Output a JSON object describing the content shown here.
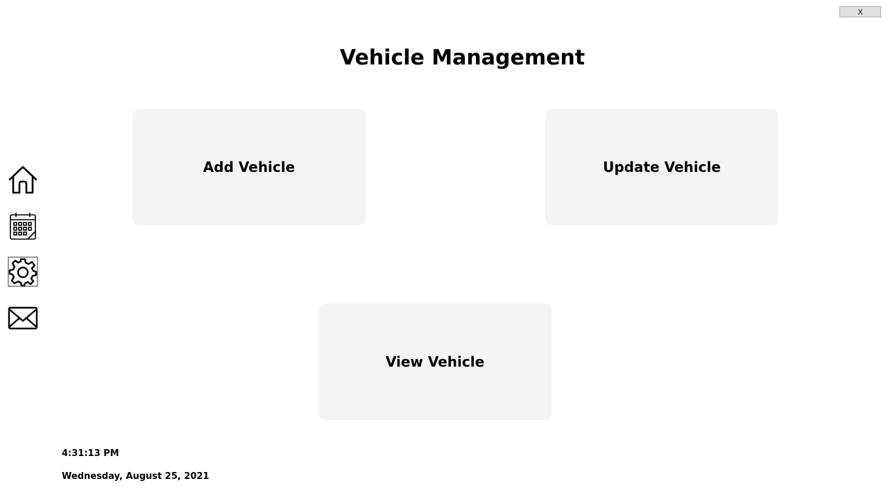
{
  "window": {
    "close_label": "X"
  },
  "header": {
    "title": "Vehicle Management"
  },
  "tiles": {
    "add_label": "Add Vehicle",
    "update_label": "Update Vehicle",
    "view_label": "View Vehicle"
  },
  "sidebar": {
    "icons": [
      "home-icon",
      "calendar-icon",
      "gear-icon",
      "mail-icon"
    ]
  },
  "footer": {
    "time": "4:31:13 PM",
    "date": "Wednesday, August 25, 2021"
  },
  "colors": {
    "tile_background": "#f4f4f4",
    "page_background": "#ffffff"
  }
}
